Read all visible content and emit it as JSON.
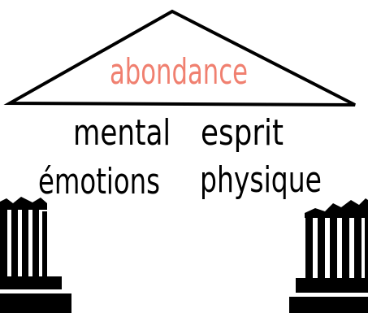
{
  "pediment": {
    "title": "abondance",
    "title_color": "#f08070"
  },
  "words": {
    "mental": "mental",
    "esprit": "esprit",
    "emotions": "émotions",
    "physique": "physique"
  },
  "colors": {
    "ink": "#000000",
    "background": "#ffffff"
  }
}
